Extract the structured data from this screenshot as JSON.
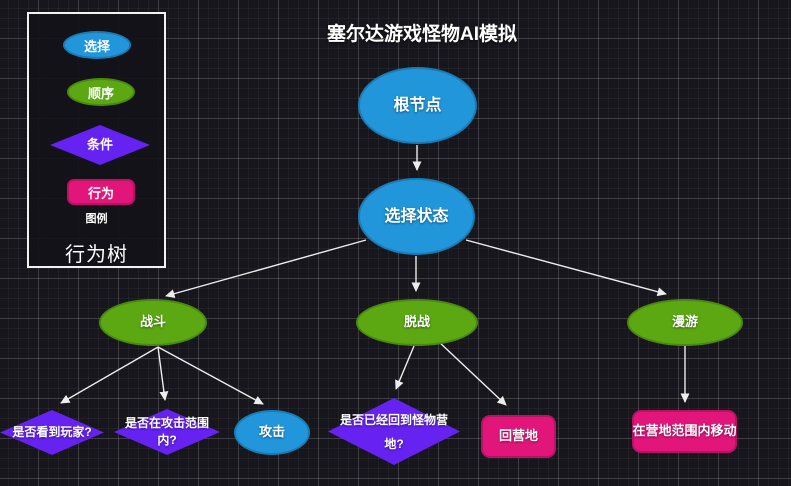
{
  "app": {
    "title": "塞尔达游戏怪物AI模拟"
  },
  "legend": {
    "caption": "图例",
    "title": "行为树",
    "items": [
      {
        "label": "选择",
        "shape": "ellipse",
        "color": "#2196db"
      },
      {
        "label": "顺序",
        "shape": "ellipse",
        "color": "#5ba813"
      },
      {
        "label": "条件",
        "shape": "diamond",
        "color": "#6622f0"
      },
      {
        "label": "行为",
        "shape": "rounded-rect",
        "color": "#e2167a"
      }
    ]
  },
  "tree": {
    "nodes": [
      {
        "id": "root",
        "label": "根节点",
        "kind": "selector",
        "shape": "ellipse",
        "color": "#2196db"
      },
      {
        "id": "select-state",
        "label": "选择状态",
        "kind": "selector",
        "shape": "ellipse",
        "color": "#2196db"
      },
      {
        "id": "combat",
        "label": "战斗",
        "kind": "sequence",
        "shape": "ellipse",
        "color": "#5ba813"
      },
      {
        "id": "disengage",
        "label": "脱战",
        "kind": "sequence",
        "shape": "ellipse",
        "color": "#5ba813"
      },
      {
        "id": "roam",
        "label": "漫游",
        "kind": "sequence",
        "shape": "ellipse",
        "color": "#5ba813"
      },
      {
        "id": "see-player",
        "label": "是否看到玩家?",
        "kind": "condition",
        "shape": "diamond",
        "color": "#6622f0"
      },
      {
        "id": "in-attack-range",
        "label": "是否在攻击范围内?",
        "kind": "condition",
        "shape": "diamond",
        "color": "#6622f0"
      },
      {
        "id": "attack",
        "label": "攻击",
        "kind": "selector",
        "shape": "ellipse",
        "color": "#2196db"
      },
      {
        "id": "back-to-camp-check",
        "label": "是否已经回到怪物营地?",
        "kind": "condition",
        "shape": "diamond",
        "color": "#6622f0"
      },
      {
        "id": "return-camp",
        "label": "回营地",
        "kind": "action",
        "shape": "rounded-rect",
        "color": "#e2167a"
      },
      {
        "id": "move-in-camp",
        "label": "在营地范围内移动",
        "kind": "action",
        "shape": "rounded-rect",
        "color": "#e2167a"
      }
    ],
    "edges": [
      {
        "from": "root",
        "to": "select-state"
      },
      {
        "from": "select-state",
        "to": "combat"
      },
      {
        "from": "select-state",
        "to": "disengage"
      },
      {
        "from": "select-state",
        "to": "roam"
      },
      {
        "from": "combat",
        "to": "see-player"
      },
      {
        "from": "combat",
        "to": "in-attack-range"
      },
      {
        "from": "combat",
        "to": "attack"
      },
      {
        "from": "disengage",
        "to": "back-to-camp-check"
      },
      {
        "from": "disengage",
        "to": "return-camp"
      },
      {
        "from": "roam",
        "to": "move-in-camp"
      }
    ]
  },
  "colors": {
    "background": "#16161c",
    "selector": "#2196db",
    "sequence": "#5ba813",
    "condition": "#6622f0",
    "action": "#e2167a",
    "edge": "#ededed",
    "text": "#ffffff"
  }
}
